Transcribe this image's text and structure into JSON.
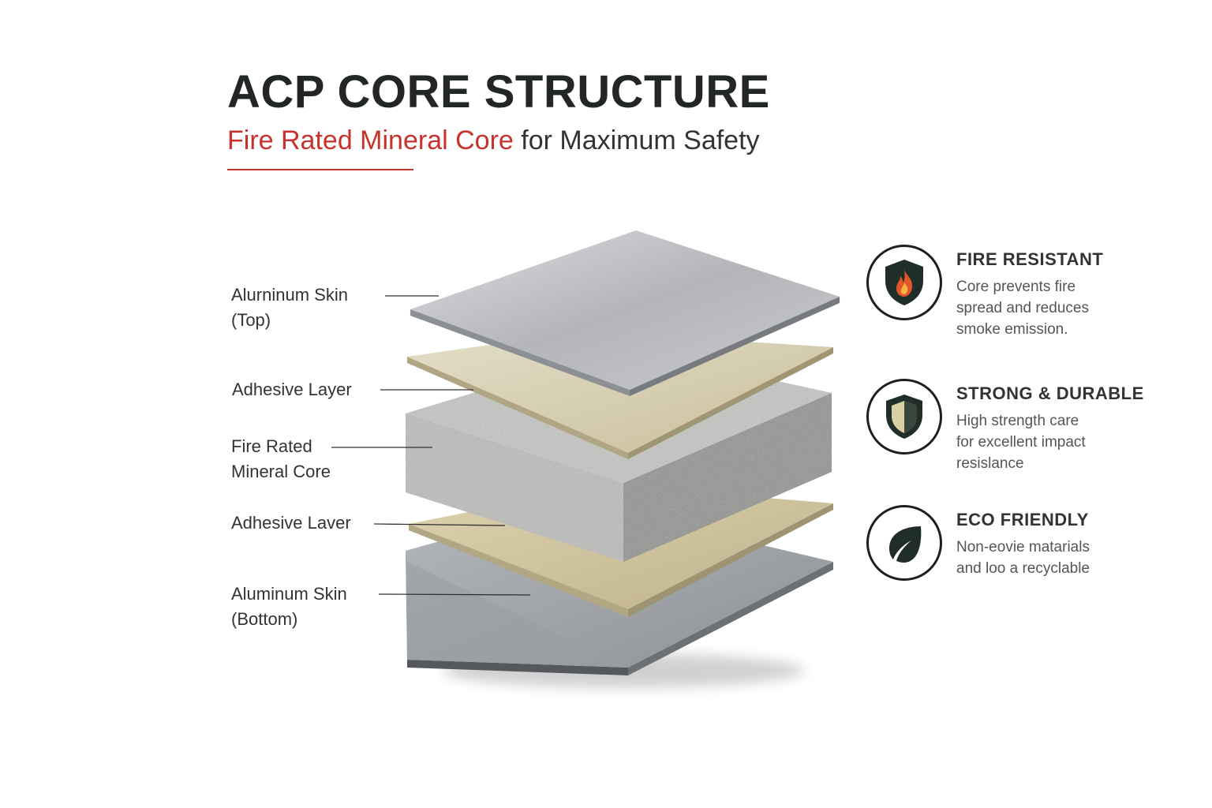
{
  "header": {
    "title": "ACP CORE STRUCTURE",
    "subtitle_accent": "Fire Rated Mineral Core",
    "subtitle_rest": " for Maximum Safety"
  },
  "layers": [
    {
      "label_lines": [
        "Alurninum Skin",
        "(Top)"
      ]
    },
    {
      "label_lines": [
        "Adhesive Layer"
      ]
    },
    {
      "label_lines": [
        "Fire Rated",
        "Mineral Core"
      ]
    },
    {
      "label_lines": [
        "Adhesive Laver"
      ]
    },
    {
      "label_lines": [
        "Aluminum Skin",
        "(Bottom)"
      ]
    }
  ],
  "features": [
    {
      "title": "FIRE RESISTANT",
      "icon": "flame-shield-icon",
      "desc_lines": [
        "Core prevents fire",
        "spread and reduces",
        "smoke emission."
      ]
    },
    {
      "title": "STRONG & DURABLE",
      "icon": "shield-icon",
      "desc_lines": [
        "High strength care",
        "for excellent impact",
        "resislance"
      ]
    },
    {
      "title": "ECO FRIENDLY",
      "icon": "leaf-icon",
      "desc_lines": [
        "Non-eovie matarials",
        "and loo a recyclable"
      ]
    }
  ],
  "colors": {
    "accent": "#c7332c",
    "aluminum": "#b9bbbe",
    "adhesive": "#d7cfb4",
    "core": "#a8a8a6",
    "icon_dark": "#1f2e28"
  }
}
